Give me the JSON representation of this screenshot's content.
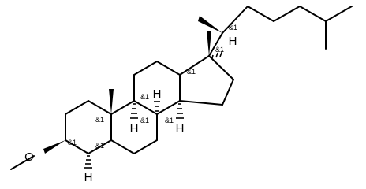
{
  "atom_labels": {
    "oxygen": "O",
    "h_c9": "H",
    "h_c14": "H",
    "h_c5": "H",
    "h_c8": "H",
    "h_c17": "H"
  },
  "stereo_labels": {
    "c3": "&1",
    "c5": "&1",
    "c8": "&1",
    "c9": "&1",
    "c10": "&1",
    "c13": "&1",
    "c14": "&1",
    "c17": "&1",
    "c20": "&1"
  }
}
